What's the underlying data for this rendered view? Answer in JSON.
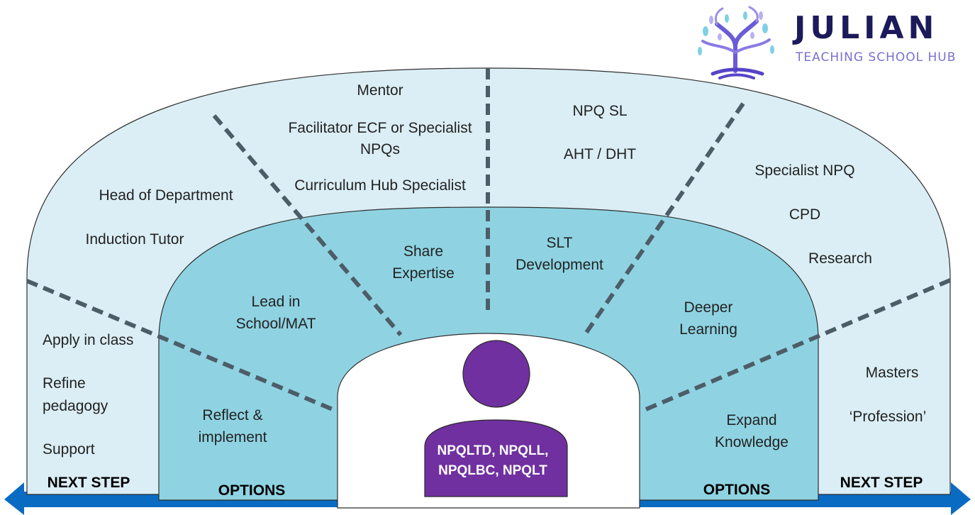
{
  "logo": {
    "title": "JULIAN",
    "subtitle": "TEACHING SCHOOL HUB"
  },
  "center": {
    "label": "NPQLTD, NPQLL, NPQLBC, NPQLT"
  },
  "outer": {
    "left_bottom": {
      "items": [
        "Apply in class",
        "Refine",
        "pedagogy",
        "Support"
      ],
      "footer": "NEXT STEP"
    },
    "left_upper": {
      "items": [
        "Head of Department",
        "Induction Tutor"
      ]
    },
    "top_left": {
      "items": [
        "Mentor",
        "Facilitator ECF or Specialist",
        "NPQs",
        "Curriculum Hub Specialist"
      ]
    },
    "top_right": {
      "items": [
        "NPQ SL",
        "AHT / DHT"
      ]
    },
    "right_upper": {
      "items": [
        "Specialist NPQ",
        "CPD",
        "Research"
      ]
    },
    "right_bottom": {
      "items": [
        "Masters",
        "‘Profession’"
      ],
      "footer": "NEXT STEP"
    }
  },
  "inner": {
    "left_bottom": {
      "lines": [
        "Reflect &",
        "implement"
      ],
      "footer": "OPTIONS"
    },
    "left_upper": {
      "lines": [
        "Lead in",
        "School/MAT"
      ]
    },
    "top_left": {
      "lines": [
        "Share",
        "Expertise"
      ]
    },
    "top_right": {
      "lines": [
        "SLT",
        "Development"
      ]
    },
    "right_upper": {
      "lines": [
        "Deeper",
        "Learning"
      ]
    },
    "right_bottom": {
      "lines": [
        "Expand",
        "Knowledge"
      ],
      "footer": "OPTIONS"
    }
  },
  "colors": {
    "outer_fill": "#dbeef5",
    "inner_fill": "#8fd3e2",
    "center_fill": "#ffffff",
    "person_fill": "#7030a0",
    "divider": "#4d5d68",
    "arrow": "#0a6bc2",
    "logo_text": "#1c1a5a"
  }
}
